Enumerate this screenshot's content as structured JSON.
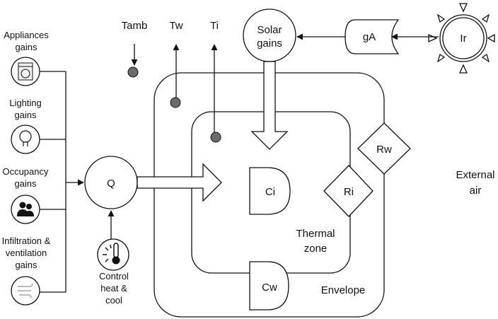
{
  "sensors": {
    "tamb": "Tamb",
    "tw": "Tw",
    "ti": "Ti"
  },
  "solar": {
    "line1": "Solar",
    "line2": "gains"
  },
  "ga": "gA",
  "ir": "Ir",
  "gains": {
    "appliances": [
      "Appliances",
      "gains"
    ],
    "lighting": [
      "Lighting",
      "gains"
    ],
    "occupancy": [
      "Occupancy",
      "gains"
    ],
    "infiltration": [
      "Infiltration &",
      "ventilation",
      "gains"
    ]
  },
  "q": "Q",
  "control": [
    "Control",
    "heat &",
    "cool"
  ],
  "ci": "Ci",
  "cw": "Cw",
  "ri": "Ri",
  "rw": "Rw",
  "zone": [
    "Thermal",
    "zone"
  ],
  "envelope": "Envelope",
  "external": [
    "External",
    "air"
  ],
  "colors": {
    "stroke": "#111111",
    "sensor": "#6b6b6b",
    "icon_fill": "#f2f2f2"
  }
}
